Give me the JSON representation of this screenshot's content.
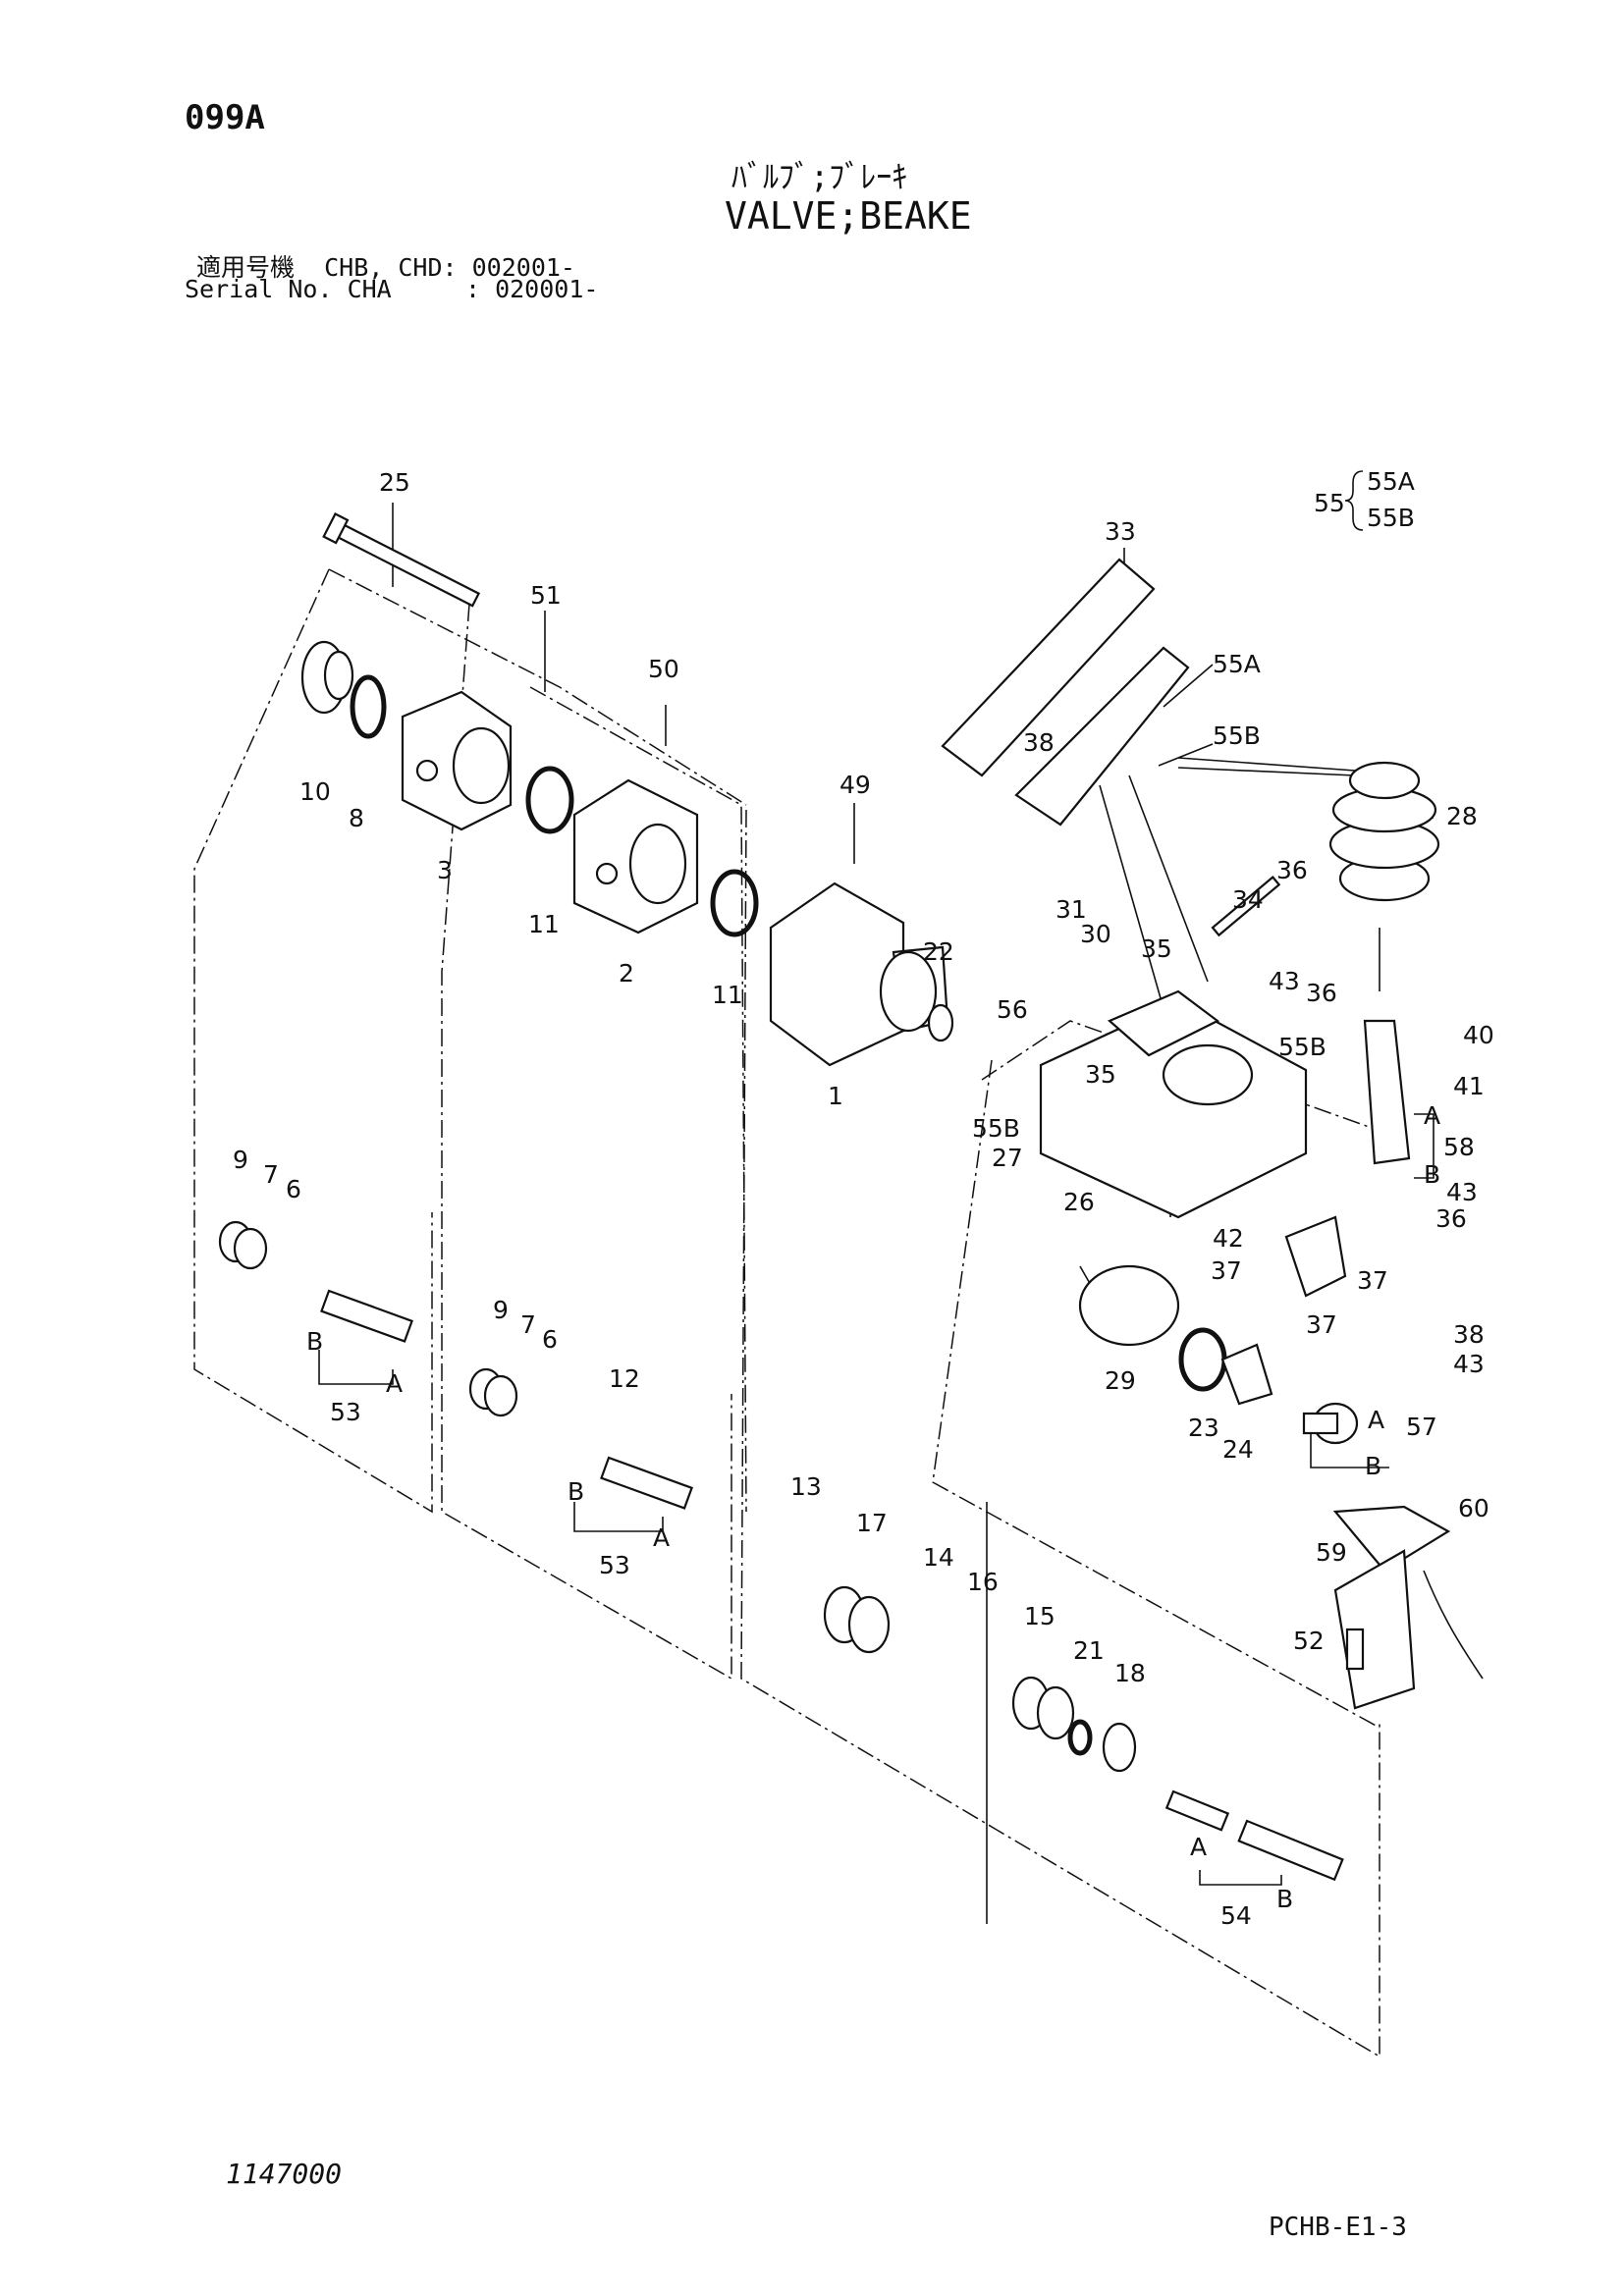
{
  "header": {
    "page_code": "099A",
    "title_jp": "ﾊﾞﾙﾌﾞ;ﾌﾞﾚｰｷ",
    "title_en": "VALVE;BEAKE",
    "serial_line1": "適用号機  CHB, CHD: 002001-",
    "serial_line2": "Serial No. CHA     : 020001-"
  },
  "legend": {
    "group": "55",
    "items": [
      "55A",
      "55B"
    ]
  },
  "callouts": [
    "25",
    "51",
    "50",
    "49",
    "10",
    "8",
    "3",
    "11",
    "2",
    "11",
    "22",
    "1",
    "56",
    "33",
    "55A",
    "55B",
    "38",
    "28",
    "36",
    "34",
    "31",
    "30",
    "35",
    "43",
    "36",
    "40",
    "35",
    "55B",
    "41",
    "55B",
    "27",
    "26",
    "58",
    "A",
    "B",
    "43",
    "36",
    "42",
    "37",
    "37",
    "37",
    "9",
    "7",
    "6",
    "B",
    "A",
    "53",
    "9",
    "7",
    "6",
    "12",
    "B",
    "A",
    "53",
    "13",
    "17",
    "14",
    "16",
    "15",
    "21",
    "18",
    "A",
    "B",
    "54",
    "29",
    "23",
    "24",
    "38",
    "43",
    "57",
    "A",
    "B",
    "60",
    "59",
    "52"
  ],
  "footer": {
    "drawing_no": "1147000",
    "page_ref": "PCHB-E1-3"
  }
}
